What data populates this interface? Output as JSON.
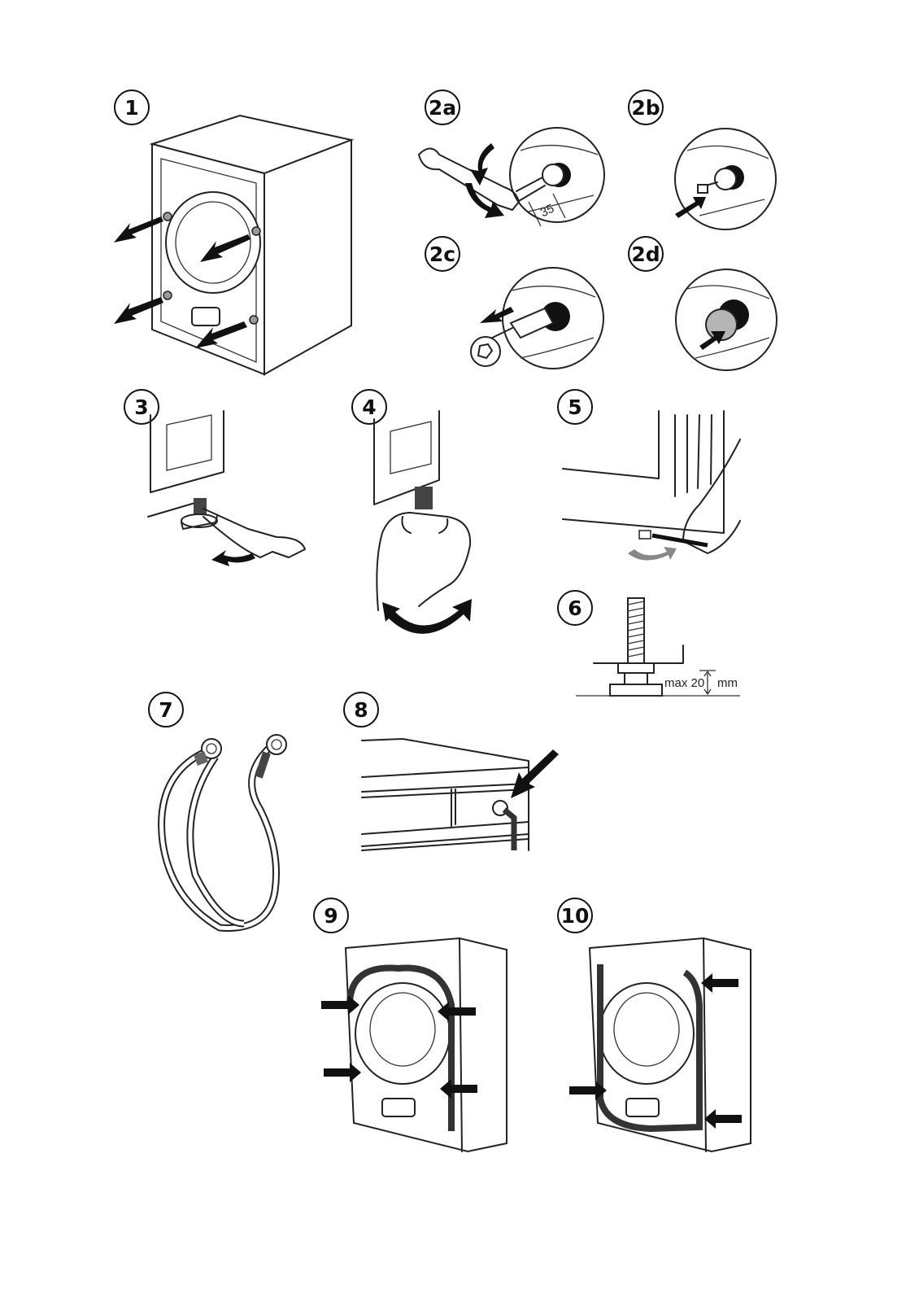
{
  "steps": {
    "s1": "1",
    "s2a": "2a",
    "s2b": "2b",
    "s2c": "2c",
    "s2d": "2d",
    "s3": "3",
    "s4": "4",
    "s5": "5",
    "s6": "6",
    "s7": "7",
    "s8": "8",
    "s9": "9",
    "s10": "10"
  },
  "annotations": {
    "bolt_length": "35",
    "foot_max_label": "max 20",
    "foot_unit": "mm"
  }
}
